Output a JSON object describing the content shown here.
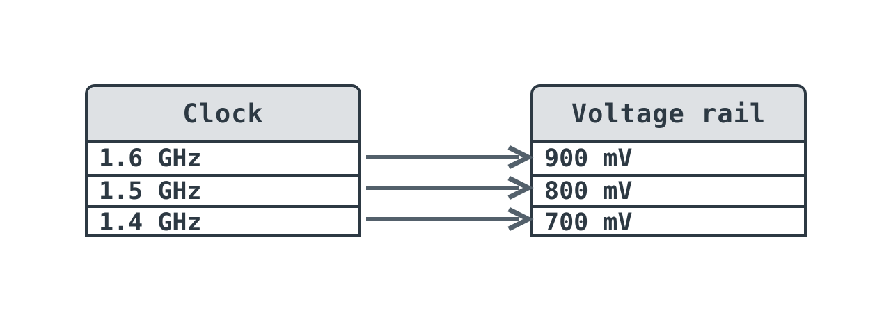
{
  "diagram": {
    "type": "mapping-diagram",
    "background": "#ffffff",
    "colors": {
      "node_border": "#2d3943",
      "node_header_fill": "#dee1e4",
      "node_row_fill": "#ffffff",
      "text": "#2d3943",
      "arrow": "#53606b"
    },
    "tables": [
      {
        "id": "clock",
        "header": "Clock",
        "rows": [
          "1.6 GHz",
          "1.5 GHz",
          "1.4 GHz"
        ]
      },
      {
        "id": "voltage-rail",
        "header": "Voltage rail",
        "rows": [
          "900 mV",
          "800 mV",
          "700 mV"
        ]
      }
    ],
    "edges": [
      {
        "from": "1.6 GHz",
        "to": "900 mV"
      },
      {
        "from": "1.5 GHz",
        "to": "800 mV"
      },
      {
        "from": "1.4 GHz",
        "to": "700 mV"
      }
    ]
  }
}
